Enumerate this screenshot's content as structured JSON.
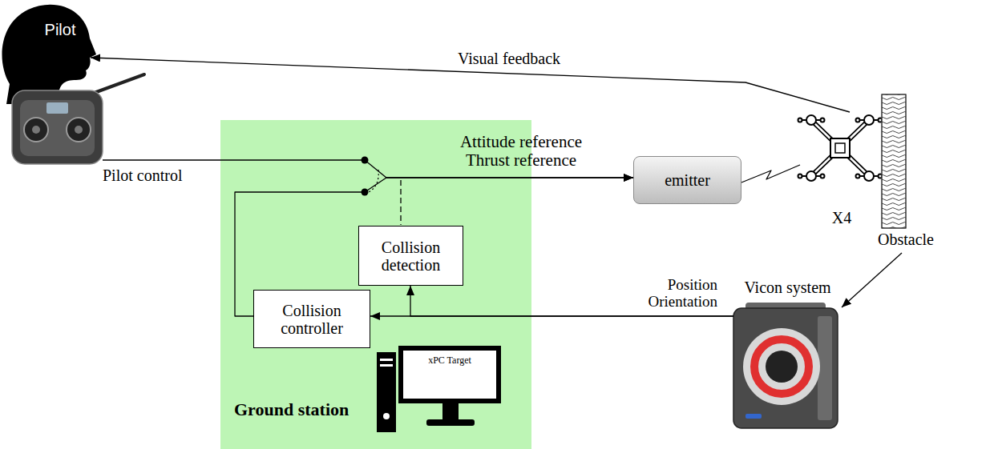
{
  "diagram": {
    "nodes": [
      {
        "text": [
          "Pilot"
        ]
      },
      {
        "text": [
          "Pilot control"
        ]
      },
      {
        "text": [
          "Ground station"
        ]
      },
      {
        "text": [
          "Collision detection"
        ],
        "in": 2
      },
      {
        "text": [
          "Collision controller"
        ],
        "in": 2
      },
      {
        "text": [
          "xPC Target"
        ],
        "in": 2
      },
      {
        "text": [
          "emitter"
        ]
      },
      {
        "text": [
          "X4"
        ]
      },
      {
        "text": [
          "Obstacle"
        ]
      },
      {
        "text": [
          "Vicon system"
        ]
      }
    ],
    "edges": [
      {
        "from": 1,
        "to": 6,
        "arrow": "to",
        "label": "Attitude reference Thrust reference"
      },
      {
        "from": 4,
        "to": 6,
        "arrow": "to"
      },
      {
        "from": 6,
        "to": 7,
        "arrow": "none"
      },
      {
        "from": 7,
        "to": 0,
        "arrow": "to",
        "label": "Visual feedback"
      },
      {
        "from": 8,
        "to": 9,
        "arrow": "to"
      },
      {
        "from": 9,
        "to": 4,
        "arrow": "to",
        "label": "Position Orientation"
      },
      {
        "from": 9,
        "to": 3,
        "arrow": "to"
      }
    ]
  }
}
